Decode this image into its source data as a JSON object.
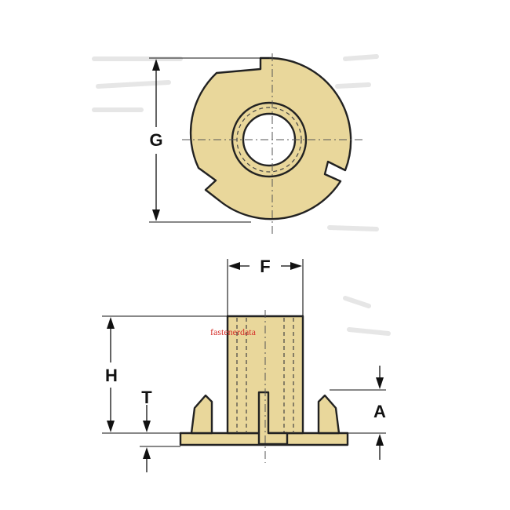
{
  "labels": {
    "G": "G",
    "F": "F",
    "H": "H",
    "T": "T",
    "A": "A"
  },
  "watermark": "fastenerdata",
  "colors": {
    "part_fill": "#e9d79b",
    "outline": "#222222",
    "watermark": "#d4302a"
  }
}
